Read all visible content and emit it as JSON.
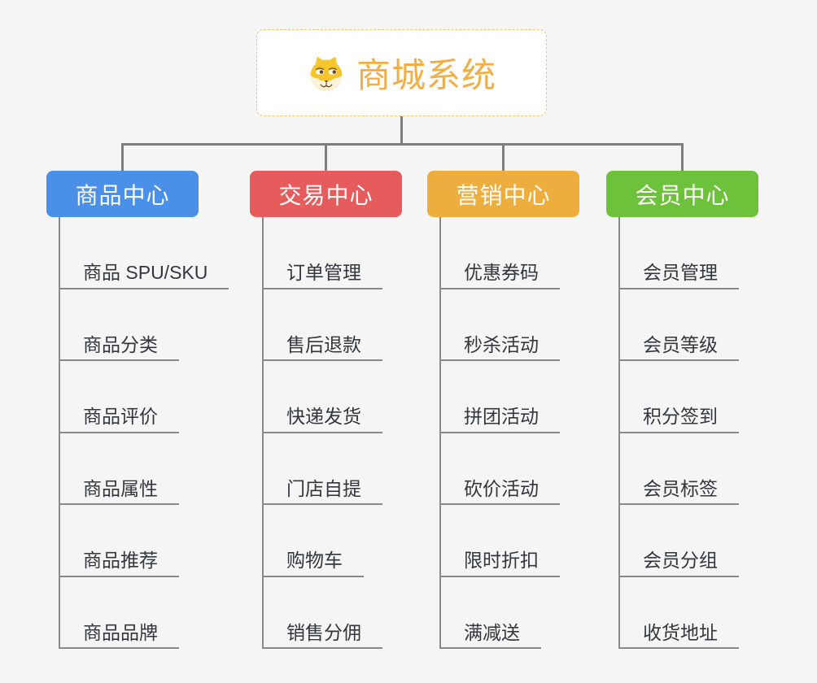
{
  "root": {
    "title": "商城系统",
    "icon": "dog-face-icon",
    "border_color": "#f2c373",
    "title_color": "#f0ae45"
  },
  "connector_color": "#7e7e7e",
  "branches": [
    {
      "id": "product-center",
      "label": "商品中心",
      "color": "#4b90e8",
      "children": [
        "商品 SPU/SKU",
        "商品分类",
        "商品评价",
        "商品属性",
        "商品推荐",
        "商品品牌"
      ]
    },
    {
      "id": "trade-center",
      "label": "交易中心",
      "color": "#e65c5c",
      "children": [
        "订单管理",
        "售后退款",
        "快递发货",
        "门店自提",
        "购物车",
        "销售分佣"
      ]
    },
    {
      "id": "marketing-center",
      "label": "营销中心",
      "color": "#edae3e",
      "children": [
        "优惠券码",
        "秒杀活动",
        "拼团活动",
        "砍价活动",
        "限时折扣",
        "满减送"
      ]
    },
    {
      "id": "member-center",
      "label": "会员中心",
      "color": "#6ec13a",
      "children": [
        "会员管理",
        "会员等级",
        "积分签到",
        "会员标签",
        "会员分组",
        "收货地址"
      ]
    }
  ]
}
